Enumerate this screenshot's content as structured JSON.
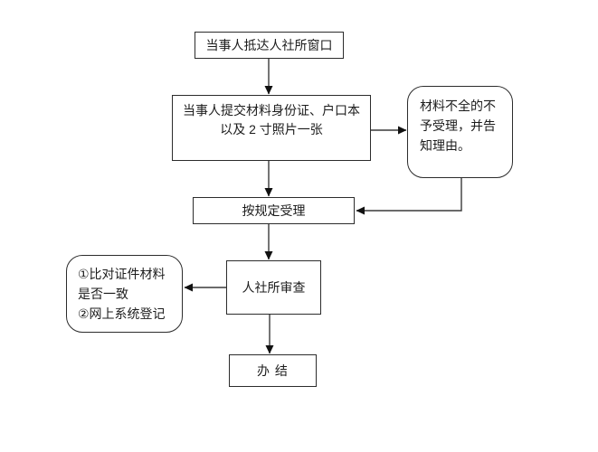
{
  "flowchart": {
    "nodes": {
      "arrive": {
        "label": "当事人抵达人社所窗口"
      },
      "submit": {
        "lines": [
          "当事人提交材料身份证、户口本",
          "以及 2 寸照片一张"
        ]
      },
      "reject": {
        "lines": [
          "材料不全的不",
          "予受理，并告",
          "知理由。"
        ]
      },
      "accept": {
        "label": "按规定受理"
      },
      "review": {
        "label": "人社所审查"
      },
      "check": {
        "lines": [
          "①比对证件材料",
          "是否一致",
          "②网上系统登记"
        ]
      },
      "complete": {
        "label": "办 结"
      }
    },
    "colors": {
      "background": "#ffffff",
      "node_fill": "#ffffff",
      "node_border": "#2c2c2c",
      "arrow_line": "#3a3a3a",
      "arrow_head": "#111111",
      "text": "#1c1c1c"
    }
  }
}
